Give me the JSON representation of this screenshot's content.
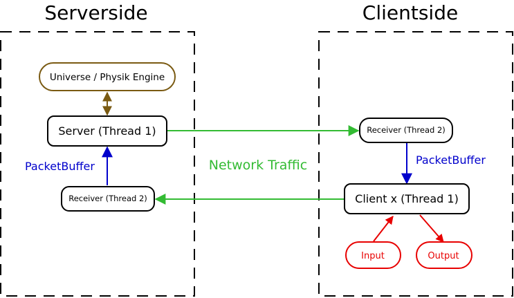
{
  "regions": {
    "server_title": "Serverside",
    "client_title": "Clientside"
  },
  "nodes": {
    "universe": "Universe / Physik Engine",
    "server": "Server (Thread 1)",
    "server_receiver": "Receiver (Thread 2)",
    "client_receiver": "Receiver (Thread 2)",
    "client": "Client x (Thread 1)",
    "input": "Input",
    "output": "Output"
  },
  "labels": {
    "server_buffer": "PacketBuffer",
    "client_buffer": "PacketBuffer",
    "network": "Network Traffic"
  },
  "colors": {
    "engine": "#7a5a12",
    "network": "#33bb33",
    "buffer": "#0000cc",
    "io": "#e80000"
  }
}
